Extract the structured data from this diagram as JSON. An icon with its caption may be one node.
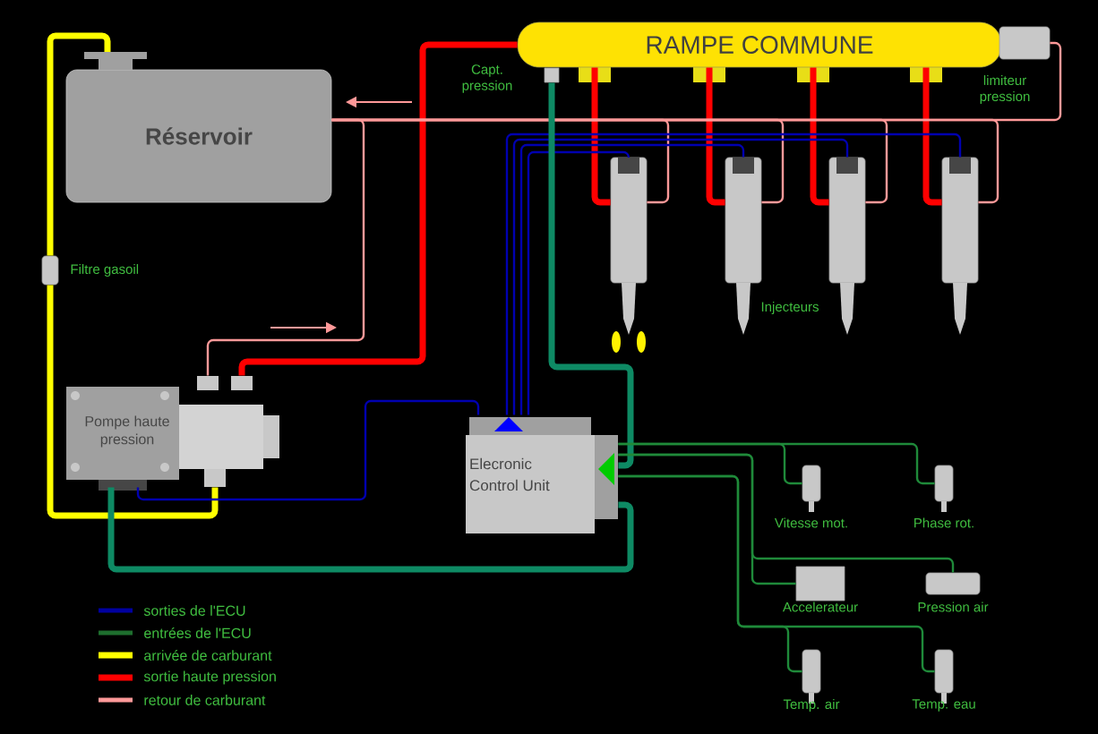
{
  "diagram": {
    "nodes": [
      {
        "text": [
          "Réservoir"
        ]
      },
      {
        "text": [],
        "shape": "cylinder",
        "beside": [
          "Filtre gasoil"
        ]
      },
      {
        "text": [
          "Pompe haute pression"
        ]
      },
      {
        "text": [
          "RAMPE COMMUNE"
        ]
      },
      {
        "text": [],
        "shape": "box"
      },
      {
        "text": [],
        "shape": "cylinder"
      },
      {
        "text": [],
        "shape": "cylinder"
      },
      {
        "text": [],
        "shape": "cylinder"
      },
      {
        "text": [],
        "shape": "cylinder"
      },
      {
        "text": [],
        "shape": "cylinder"
      },
      {
        "text": [
          "Elecronic Control Unit"
        ]
      },
      {
        "text": [],
        "shape": "cylinder",
        "beside": [
          "Vitesse mot."
        ]
      },
      {
        "text": [],
        "shape": "cylinder",
        "beside": [
          "Phase rot."
        ]
      },
      {
        "text": [],
        "shape": "box",
        "beside": [
          "Accelerateur"
        ]
      },
      {
        "text": [],
        "shape": "cylinder",
        "beside": [
          "Pression air"
        ]
      },
      {
        "text": [],
        "shape": "cylinder",
        "beside": [
          "Temp. air"
        ]
      },
      {
        "text": [],
        "shape": "cylinder",
        "beside": [
          "Temp. eau"
        ]
      }
    ],
    "edges": [
      {
        "from": 0,
        "to": 1,
        "arrow": "none",
        "style": "thick",
        "color": "#ffff00"
      },
      {
        "from": 1,
        "to": 2,
        "arrow": "none",
        "style": "thick",
        "color": "#ffff00"
      },
      {
        "from": 2,
        "to": 3,
        "arrow": "none",
        "style": "thick",
        "color": "#ff0000"
      },
      {
        "from": 3,
        "to": 6,
        "arrow": "none",
        "style": "thick",
        "color": "#ff0000"
      },
      {
        "from": 3,
        "to": 7,
        "arrow": "none",
        "style": "thick",
        "color": "#ff0000"
      },
      {
        "from": 3,
        "to": 8,
        "arrow": "none",
        "style": "thick",
        "color": "#ff0000"
      },
      {
        "from": 3,
        "to": 9,
        "arrow": "none",
        "style": "thick",
        "color": "#ff0000"
      },
      {
        "from": 6,
        "to": 0,
        "arrow": "none",
        "color": "#ff9999"
      },
      {
        "from": 7,
        "to": 0,
        "arrow": "none",
        "color": "#ff9999"
      },
      {
        "from": 8,
        "to": 0,
        "arrow": "none",
        "color": "#ff9999"
      },
      {
        "from": 9,
        "to": 0,
        "arrow": "none",
        "color": "#ff9999"
      },
      {
        "from": 5,
        "to": 0,
        "arrow": "none",
        "color": "#ff9999"
      },
      {
        "from": 2,
        "to": 0,
        "arrow": "none",
        "color": "#ff9999"
      },
      {
        "from": 10,
        "to": 6,
        "arrow": "none",
        "color": "#0000b0"
      },
      {
        "from": 10,
        "to": 7,
        "arrow": "none",
        "color": "#0000b0"
      },
      {
        "from": 10,
        "to": 8,
        "arrow": "none",
        "color": "#0000b0"
      },
      {
        "from": 10,
        "to": 9,
        "arrow": "none",
        "color": "#0000b0"
      },
      {
        "from": 10,
        "to": 2,
        "arrow": "none",
        "color": "#0000b0"
      },
      {
        "from": 4,
        "to": 10,
        "arrow": "none",
        "style": "thick",
        "color": "#0e8a64"
      },
      {
        "from": 2,
        "to": 10,
        "arrow": "none",
        "style": "thick",
        "color": "#0e8a64"
      },
      {
        "from": 11,
        "to": 10,
        "arrow": "none",
        "color": "#1f8a3a"
      },
      {
        "from": 12,
        "to": 10,
        "arrow": "none",
        "color": "#1f8a3a"
      },
      {
        "from": 13,
        "to": 10,
        "arrow": "none",
        "color": "#1f8a3a"
      },
      {
        "from": 14,
        "to": 10,
        "arrow": "none",
        "color": "#1f8a3a"
      },
      {
        "from": 15,
        "to": 10,
        "arrow": "none",
        "color": "#1f8a3a"
      },
      {
        "from": 16,
        "to": 10,
        "arrow": "none",
        "color": "#1f8a3a"
      }
    ],
    "labels": [
      "Capt. pression",
      "limiteur pression",
      "Injecteurs"
    ],
    "legend": [
      {
        "text": "sorties de l'ECU",
        "color": "#0000a0"
      },
      {
        "text": "entrées de l'ECU",
        "color": "#1e6e2e"
      },
      {
        "text": "arrivée de carburant",
        "color": "#ffff00"
      },
      {
        "text": "sortie haute pression",
        "color": "#ff0000"
      },
      {
        "text": "retour de carburant",
        "color": "#ff9999"
      }
    ]
  }
}
